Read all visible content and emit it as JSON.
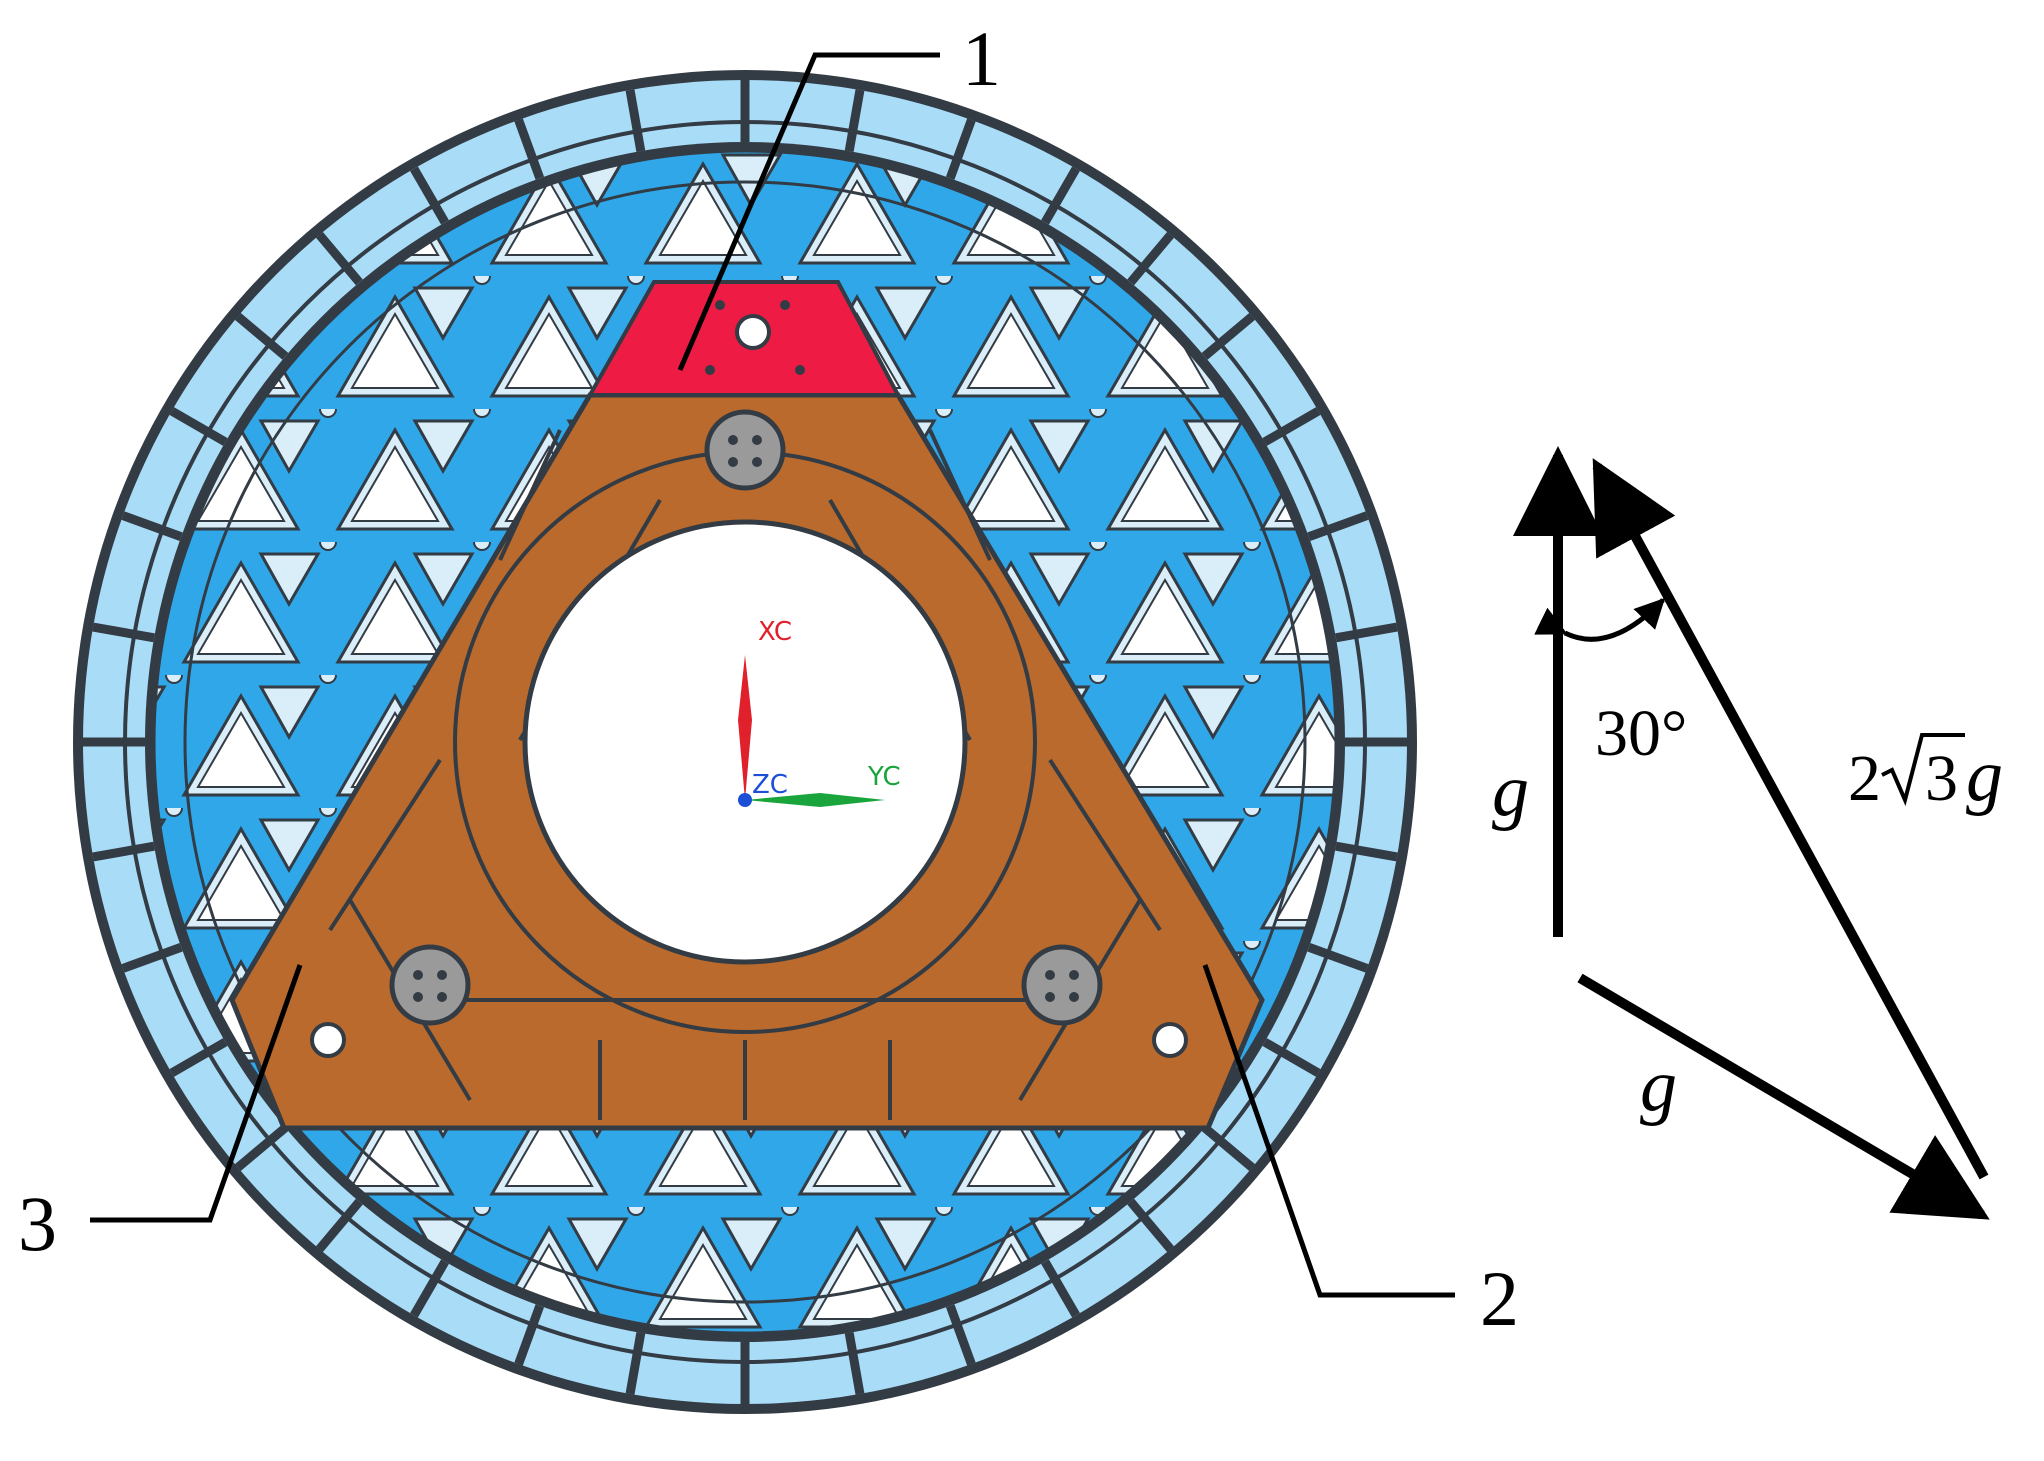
{
  "figure": {
    "callouts": {
      "part1": "1",
      "part2": "2",
      "part3": "3"
    },
    "coordinate_axes": {
      "x_label": "XC",
      "y_label": "YC",
      "z_label": "ZC",
      "x_color": "#e0202a",
      "y_color": "#1aa43c",
      "z_color": "#1a4fd6"
    },
    "vector_diagram": {
      "vertical_vector_label": "g",
      "diagonal_vector_label": "g",
      "resultant_label_coef": "2",
      "resultant_label_radicand": "3",
      "resultant_label_var": "g",
      "angle_label": "30°",
      "angle_degrees": 30
    },
    "colors": {
      "outer_ring": "#a9dcf7",
      "inner_disk": "#2fa7e8",
      "triangular_plate": "#b96a2c",
      "part1_pad": "#ee1c45",
      "outline": "#333b44"
    }
  }
}
